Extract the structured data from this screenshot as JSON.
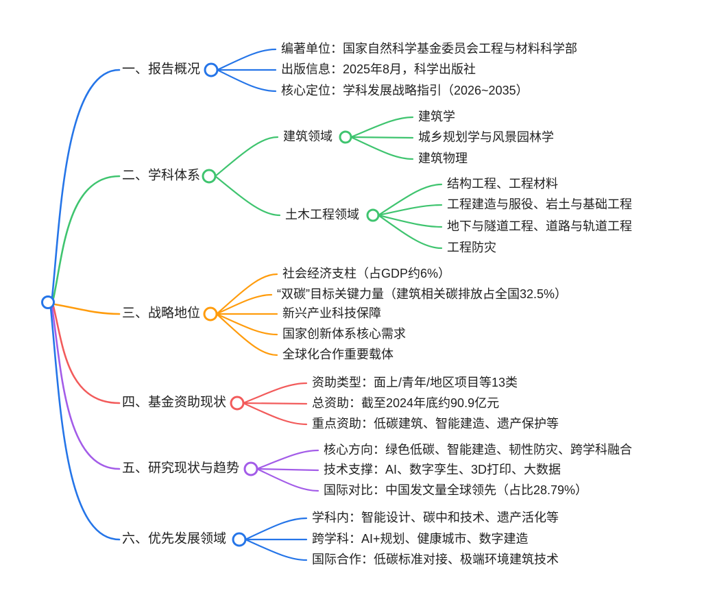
{
  "palette": {
    "blue": "#2575e8",
    "green": "#3fc46f",
    "orange": "#ff9c0d",
    "red": "#f25b5b",
    "purple": "#a35ce8",
    "text": "#212121"
  },
  "mindmap": {
    "branches": [
      {
        "label": "一、报告概况",
        "color": "#2575e8",
        "children": [
          {
            "text": "编著单位：国家自然科学基金委员会工程与材料科学部"
          },
          {
            "text": "出版信息：2025年8月，科学出版社"
          },
          {
            "text": "核心定位：学科发展战略指引（2026~2035）"
          }
        ]
      },
      {
        "label": "二、学科体系",
        "color": "#3fc46f",
        "children": [
          {
            "label": "建筑领域",
            "children": [
              {
                "text": "建筑学"
              },
              {
                "text": "城乡规划学与风景园林学"
              },
              {
                "text": "建筑物理"
              }
            ]
          },
          {
            "label": "土木工程领域",
            "children": [
              {
                "text": "结构工程、工程材料"
              },
              {
                "text": "工程建造与服役、岩土与基础工程"
              },
              {
                "text": "地下与隧道工程、道路与轨道工程"
              },
              {
                "text": "工程防灾"
              }
            ]
          }
        ]
      },
      {
        "label": "三、战略地位",
        "color": "#ff9c0d",
        "children": [
          {
            "text": "社会经济支柱（占GDP约6%）"
          },
          {
            "text": "“双碳”目标关键力量（建筑相关碳排放占全国32.5%）"
          },
          {
            "text": "新兴产业科技保障"
          },
          {
            "text": "国家创新体系核心需求"
          },
          {
            "text": "全球化合作重要载体"
          }
        ]
      },
      {
        "label": "四、基金资助现状",
        "color": "#f25b5b",
        "children": [
          {
            "text": "资助类型：面上/青年/地区项目等13类"
          },
          {
            "text": "总资助：截至2024年底约90.9亿元"
          },
          {
            "text": "重点资助：低碳建筑、智能建造、遗产保护等"
          }
        ]
      },
      {
        "label": "五、研究现状与趋势",
        "color": "#a35ce8",
        "children": [
          {
            "text": "核心方向：绿色低碳、智能建造、韧性防灾、跨学科融合"
          },
          {
            "text": "技术支撑：AI、数字孪生、3D打印、大数据"
          },
          {
            "text": "国际对比：中国发文量全球领先（占比28.79%）"
          }
        ]
      },
      {
        "label": "六、优先发展领域",
        "color": "#2575e8",
        "children": [
          {
            "text": "学科内：智能设计、碳中和技术、遗产活化等"
          },
          {
            "text": "跨学科：AI+规划、健康城市、数字建造"
          },
          {
            "text": "国际合作：低碳标准对接、极端环境建筑技术"
          }
        ]
      }
    ]
  }
}
